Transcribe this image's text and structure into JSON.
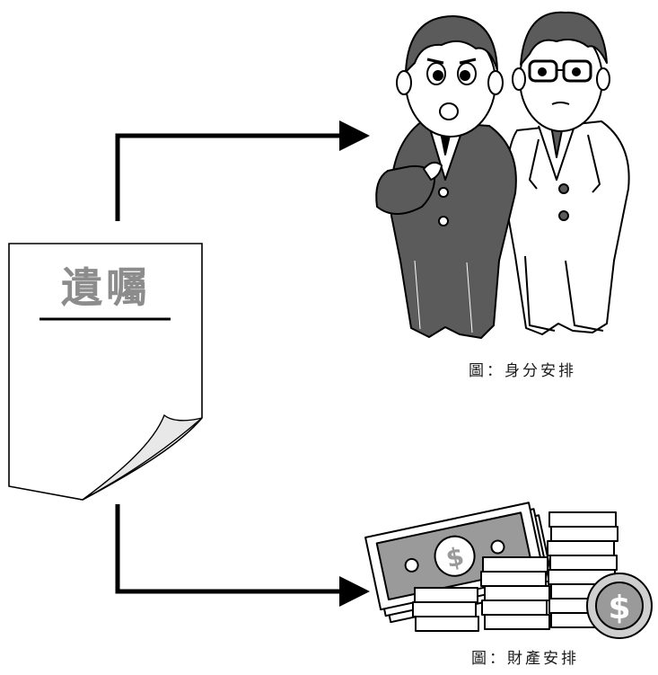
{
  "document": {
    "title": "遺囑"
  },
  "branches": [
    {
      "caption": "圖：身分安排"
    },
    {
      "caption": "圖：財產安排"
    }
  ],
  "colors": {
    "suit_dark": "#5b5b5b",
    "suit_light": "#ffffff",
    "money_gray": "#9a9a9a",
    "title_gray": "#8c8c8c"
  }
}
